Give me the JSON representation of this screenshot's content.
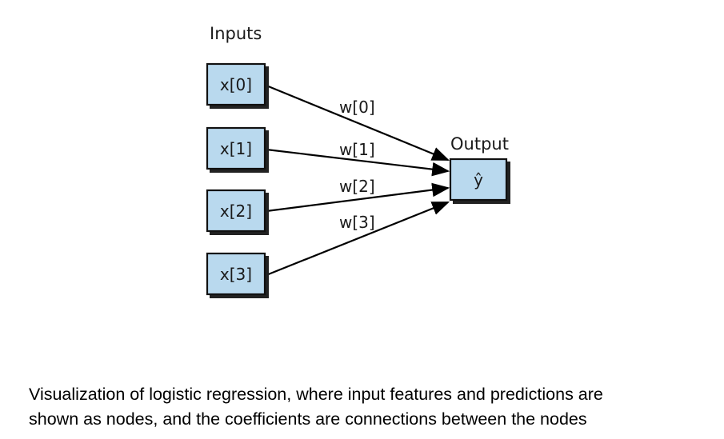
{
  "diagram": {
    "inputs_heading": "Inputs",
    "output_heading": "Output",
    "input_nodes": [
      "x[0]",
      "x[1]",
      "x[2]",
      "x[3]"
    ],
    "weights": [
      "w[0]",
      "w[1]",
      "w[2]",
      "w[3]"
    ],
    "output_node": "ŷ"
  },
  "caption": {
    "line1": "Visualization of logistic regression, where input features and predictions are",
    "line2": "shown as nodes, and the coefficients are connections between the nodes"
  }
}
